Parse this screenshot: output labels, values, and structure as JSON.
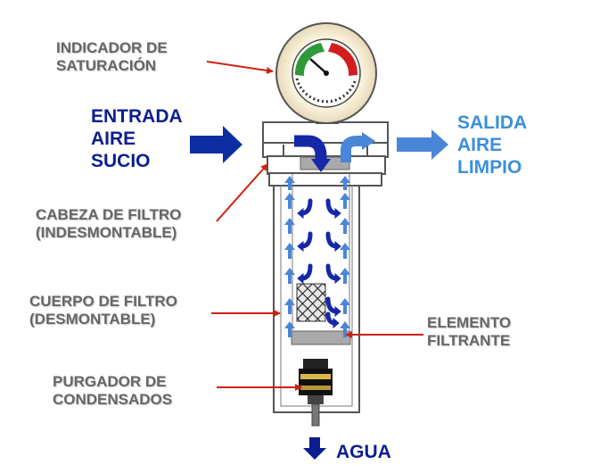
{
  "labels": {
    "saturation_indicator": "INDICADOR DE\nSATURACIÓN",
    "inlet": "ENTRADA\nAIRE\nSUCIO",
    "outlet": "SALIDA\nAIRE\nLIMPIO",
    "filter_head": "CABEZA DE FILTRO\n(INDESMONTABLE)",
    "filter_body": "CUERPO DE FILTRO\n(DESMONTABLE)",
    "filter_element": "ELEMENTO\nFILTRANTE",
    "drain": "PURGADOR DE\nCONDENSADOS",
    "water": "AGUA"
  },
  "colors": {
    "label_gray": "#666666",
    "inlet_navy": "#0b1e8f",
    "outlet_blue": "#3b8fdc",
    "leader_red": "#cc2211",
    "flow_light_blue": "#4a86d8",
    "flow_dark_blue": "#1428a8"
  },
  "icons": {
    "gauge": "pressure-gauge-icon",
    "inlet_arrow": "arrow-right-icon",
    "outlet_arrow": "arrow-right-icon",
    "drain_valve": "drain-valve-icon",
    "water_arrow": "arrow-down-icon"
  }
}
